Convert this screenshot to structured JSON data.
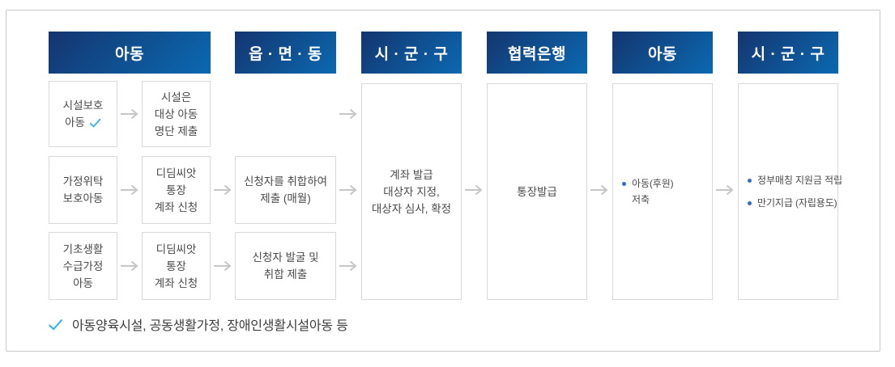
{
  "colors": {
    "header_gradient_start": "#14356f",
    "header_gradient_end": "#0b69b1",
    "header_text": "#ffffff",
    "box_border": "#d9d9d9",
    "frame_border": "#c9c9c9",
    "text": "#4a4a4a",
    "arrow": "#c6c6c6",
    "check": "#35b3e6",
    "bullet": "#2d6fc8"
  },
  "icons": {
    "arrow_right": "→",
    "check": "✓",
    "bullet": "•"
  },
  "headers": {
    "col1": "아동",
    "col2": "읍 · 면 · 동",
    "col3": "시 · 군 · 구",
    "col4": "협력은행",
    "col5": "아동",
    "col6": "시 · 군 · 구"
  },
  "col1": {
    "r1a": [
      "시설보호",
      "아동"
    ],
    "r1b": [
      "시설은",
      "대상 아동",
      "명단 제출"
    ],
    "r2a": [
      "가정위탁",
      "보호아동"
    ],
    "r2b": [
      "디딤씨앗",
      "통장",
      "계좌 신청"
    ],
    "r3a": [
      "기초생활",
      "수급가정",
      "아동"
    ],
    "r3b": [
      "디딤씨앗",
      "통장",
      "계좌 신청"
    ]
  },
  "col2": {
    "r2": [
      "신청자를 취합하여",
      "제출 (매월)"
    ],
    "r3": [
      "신청자 발굴 및",
      "취합 제출"
    ]
  },
  "col3_box": [
    "계좌 발급",
    "대상자 지정,",
    "대상자 심사, 확정"
  ],
  "col4_box": [
    "통장발급"
  ],
  "col5_box": [
    [
      "아동(후원)",
      "저축"
    ]
  ],
  "col6_box": [
    [
      "정부매칭 지원금 적립"
    ],
    [
      "만기지급 (자립용도)"
    ]
  ],
  "note": "아동양육시설, 공동생활가정, 장애인생활시설아동 등"
}
